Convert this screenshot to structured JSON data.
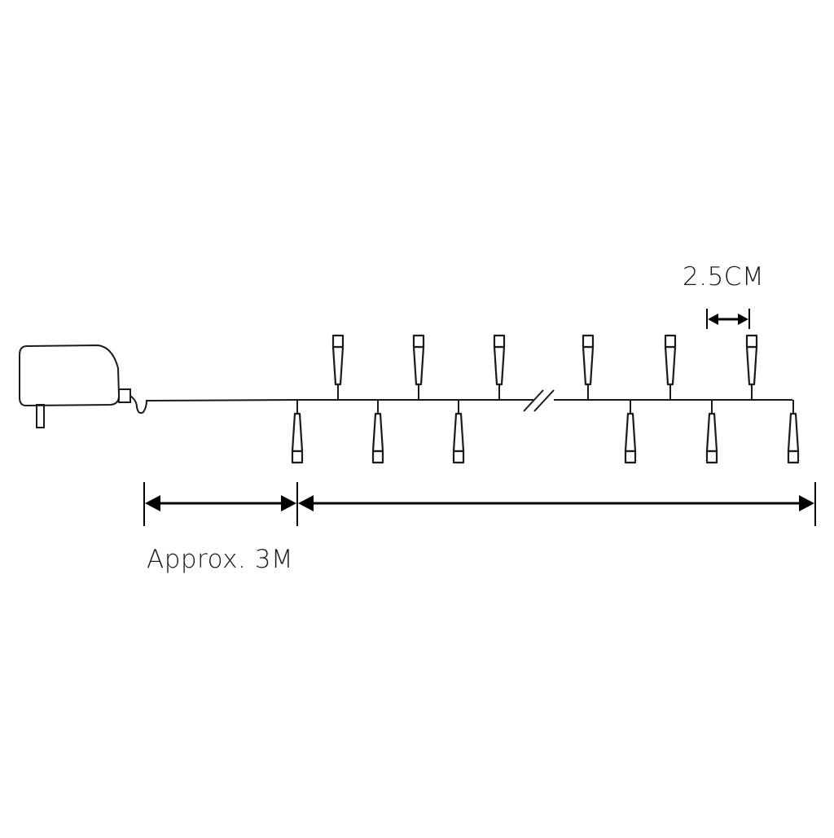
{
  "labels": {
    "bulb_spacing": "2.5CM",
    "lead_length": "Approx. 3M"
  },
  "string_lights": {
    "bulbs_up": 6,
    "bulbs_down": 6,
    "has_break_mark": true
  },
  "colors": {
    "line": "#1a1a1a",
    "background": "#ffffff"
  }
}
